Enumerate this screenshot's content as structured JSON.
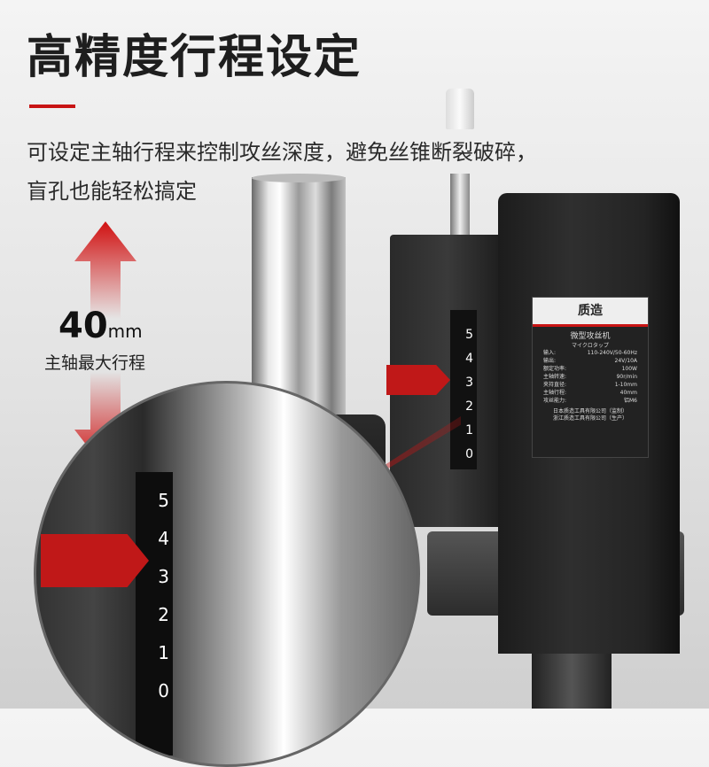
{
  "title": "高精度行程设定",
  "description": [
    "可设定主轴行程来控制攻丝深度，避免丝锥断裂破碎，",
    "盲孔也能轻松搞定"
  ],
  "stroke": {
    "value": "40",
    "unit": "mm",
    "label": "主轴最大行程"
  },
  "scale_labels": [
    "5",
    "4",
    "3",
    "2",
    "1",
    "0"
  ],
  "accent_color": "#c81414",
  "nameplate": {
    "brand": "质造",
    "product": "微型攻丝机",
    "product_sub": "マイクロタップ",
    "specs": [
      {
        "k": "输入:",
        "v": "110-240V/50-60Hz"
      },
      {
        "k": "输出:",
        "v": "24V/10A"
      },
      {
        "k": "额定功率:",
        "v": "100W"
      },
      {
        "k": "主轴转速:",
        "v": "90r/min"
      },
      {
        "k": "夹持直径:",
        "v": "1-10mm"
      },
      {
        "k": "主轴行程:",
        "v": "40mm"
      },
      {
        "k": "攻丝能力:",
        "v": "铝M6"
      }
    ],
    "maker": [
      "日本质造工具有限公司（监制）",
      "浙江质造工具有限公司（生产）"
    ]
  }
}
